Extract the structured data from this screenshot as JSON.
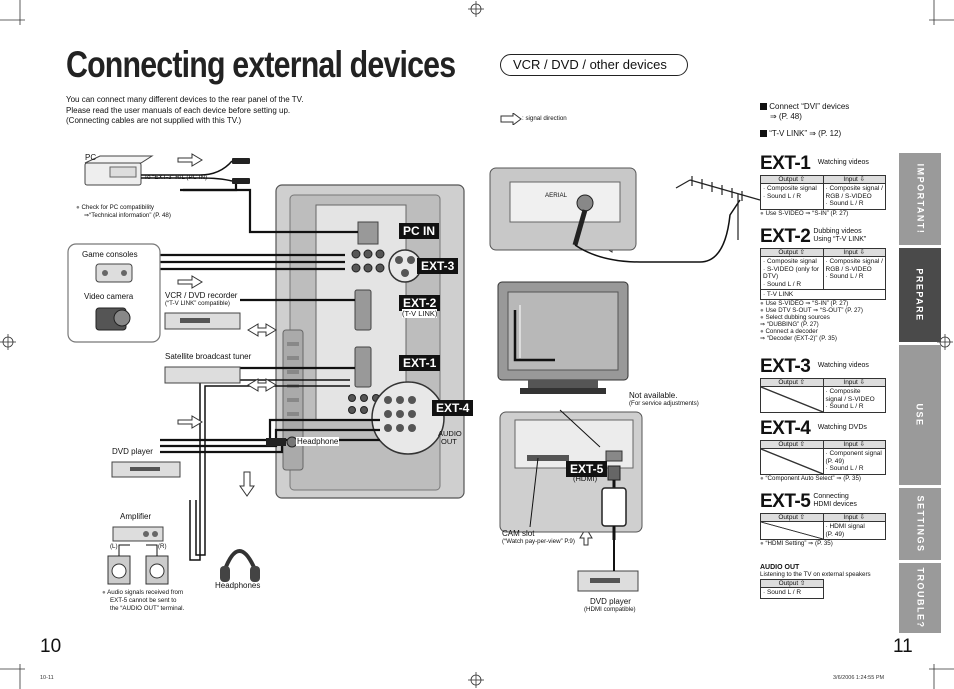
{
  "title": "Connecting external devices",
  "section_pill": "VCR / DVD / other devices",
  "intro": [
    "You can connect many different devices to the rear panel of the TV.",
    "Please read the user manuals of each device before setting up.",
    "(Connecting cables are not supplied with this TV.)"
  ],
  "signal_legend": ": signal direction",
  "notes": {
    "dvi": "Connect “DVI” devices",
    "dvi_ref": "⇒ (P. 48)",
    "tvlink": "“T-V LINK” ⇒ (P. 12)"
  },
  "diagram": {
    "pc": "PC",
    "pc_cable": "To “EXT-3” R/L (PC IN)",
    "pc_note": "Check for PC compatibility",
    "pc_note2": "⇒“Technical information” (P. 48)",
    "game": "Game consoles",
    "camera": "Video camera",
    "vcr": "VCR / DVD recorder",
    "vcr_sub": "(“T-V LINK” compatible)",
    "sat": "Satellite broadcast tuner",
    "dvd": "DVD player",
    "amp": "Amplifier",
    "amp_l": "(L)",
    "amp_r": "(R)",
    "headphones": "Headphones",
    "headphone_jack": "Headphone",
    "audio_note1": "Audio signals received from",
    "audio_note2": "EXT-5 cannot be sent to",
    "audio_note3": "the “AUDIO OUT” terminal.",
    "pcin": "PC IN",
    "ext3": "EXT-3",
    "ext2": "EXT-2",
    "ext2_sub": "(T-V LINK)",
    "ext1": "EXT-1",
    "ext4": "EXT-4",
    "audio_out": "AUDIO",
    "audio_out2": "OUT",
    "aerial": "AERIAL",
    "not_available": "Not available.",
    "not_available_sub": "(For service adjustments)",
    "ext5": "EXT-5",
    "ext5_sub": "(HDMI)",
    "cam_slot": "CAM slot",
    "cam_slot_sub": "(“Watch pay-per-view” P.9)",
    "dvd2": "DVD player",
    "dvd2_sub": "(HDMI compatible)"
  },
  "ext_tables": [
    {
      "name": "EXT-1",
      "desc": "Watching videos",
      "output_h": "Output ⇧",
      "input_h": "Input ⇩",
      "output": "· Composite signal\n· Sound L / R",
      "input": "· Composite signal /\n  RGB / S-VIDEO\n· Sound L / R",
      "notes": [
        "Use S-VIDEO ⇒ “S-IN” (P. 27)"
      ]
    },
    {
      "name": "EXT-2",
      "desc": "Dubbing videos",
      "desc2": "Using “T-V LINK”",
      "output_h": "Output ⇧",
      "input_h": "Input ⇩",
      "output": "· Composite signal\n· S-VIDEO (only for\n  DTV)\n· Sound L / R",
      "input": "· Composite signal /\n  RGB / S-VIDEO\n· Sound L / R",
      "extra": "· T-V LINK",
      "notes": [
        "Use S-VIDEO ⇒ “S-IN” (P. 27)",
        "Use DTV S-OUT ⇒ “S-OUT” (P. 27)",
        "Select dubbing sources",
        "   ⇒ “DUBBING” (P. 27)",
        "Connect a decoder",
        "   ⇒ “Decoder (EXT-2)” (P. 35)"
      ]
    },
    {
      "name": "EXT-3",
      "desc": "Watching videos",
      "output_h": "Output ⇧",
      "input_h": "Input ⇩",
      "output": "",
      "input": "· Composite\n  signal / S-VIDEO\n· Sound L / R",
      "notes": []
    },
    {
      "name": "EXT-4",
      "desc": "Watching DVDs",
      "output_h": "Output ⇧",
      "input_h": "Input ⇩",
      "output": "",
      "input": "· Component signal\n  (P. 49)\n· Sound L / R",
      "notes": [
        "“Component Auto Select” ⇒ (P. 35)"
      ]
    },
    {
      "name": "EXT-5",
      "desc": "Connecting",
      "desc2": "HDMI devices",
      "output_h": "Output ⇧",
      "input_h": "Input ⇩",
      "output": "",
      "input": "· HDMI signal\n  (P. 49)",
      "notes": [
        "“HDMI Setting” ⇒ (P. 35)"
      ]
    }
  ],
  "audio_out_box": {
    "title": "AUDIO OUT",
    "desc": "Listening to the TV on external speakers",
    "output_h": "Output ⇧",
    "output": "· Sound L / R"
  },
  "tabs": [
    {
      "label": "IMPORTANT!",
      "color": "#9a9a9a"
    },
    {
      "label": "PREPARE",
      "color": "#4a4a4a"
    },
    {
      "label": "USE",
      "color": "#9a9a9a"
    },
    {
      "label": "SETTINGS",
      "color": "#9a9a9a"
    },
    {
      "label": "TROUBLE?",
      "color": "#9a9a9a"
    }
  ],
  "page_left": "10",
  "page_right": "11",
  "footer_left": "10-11",
  "footer_right": "3/6/2006   1:24:55 PM"
}
